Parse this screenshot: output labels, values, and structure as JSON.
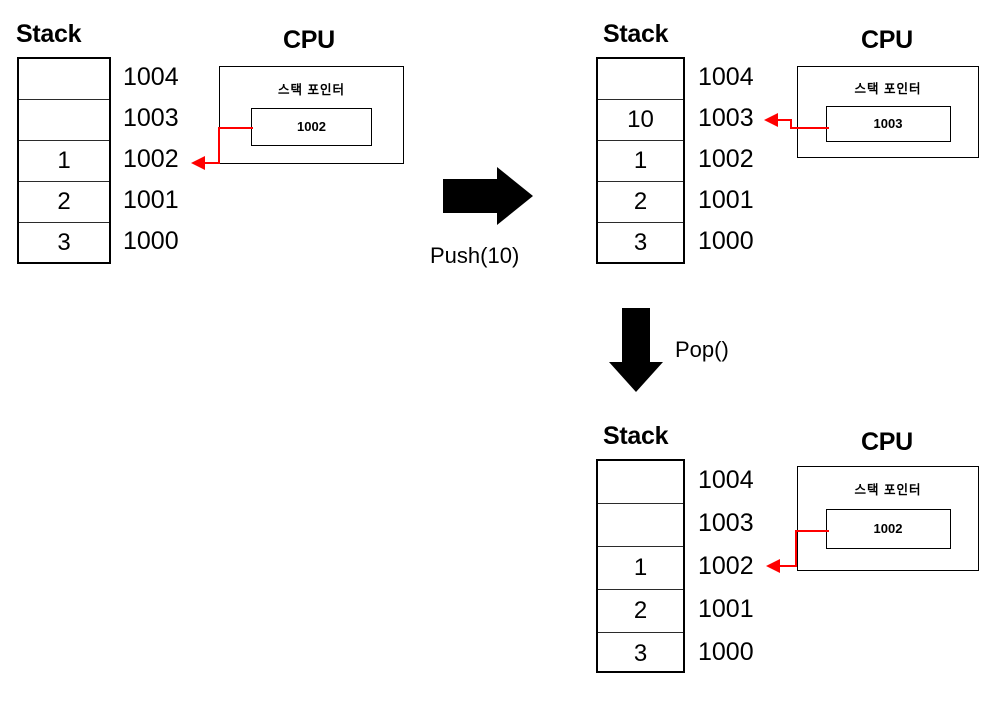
{
  "diagram": {
    "title": "Stack push and pop operation with CPU stack pointer",
    "colors": {
      "ink": "#000000",
      "pointer_arrow": "#FF0000",
      "cell_border": "#2b2b2b",
      "background": "#FFFFFF"
    },
    "labels": {
      "stack_title": "Stack",
      "cpu_title": "CPU",
      "stack_pointer_label": "스택 포인터"
    },
    "states": [
      {
        "id": "before",
        "stack_title": "Stack",
        "cpu_title": "CPU",
        "sp_label": "스택 포인터",
        "sp_value": "1002",
        "pointer_target_address": "1002",
        "cells": [
          {
            "address": "1004",
            "value": ""
          },
          {
            "address": "1003",
            "value": ""
          },
          {
            "address": "1002",
            "value": "1"
          },
          {
            "address": "1001",
            "value": "2"
          },
          {
            "address": "1000",
            "value": "3"
          }
        ]
      },
      {
        "id": "after-push",
        "stack_title": "Stack",
        "cpu_title": "CPU",
        "sp_label": "스택 포인터",
        "sp_value": "1003",
        "pointer_target_address": "1003",
        "cells": [
          {
            "address": "1004",
            "value": ""
          },
          {
            "address": "1003",
            "value": "10"
          },
          {
            "address": "1002",
            "value": "1"
          },
          {
            "address": "1001",
            "value": "2"
          },
          {
            "address": "1000",
            "value": "3"
          }
        ]
      },
      {
        "id": "after-pop",
        "stack_title": "Stack",
        "cpu_title": "CPU",
        "sp_label": "스택 포인터",
        "sp_value": "1002",
        "pointer_target_address": "1002",
        "cells": [
          {
            "address": "1004",
            "value": ""
          },
          {
            "address": "1003",
            "value": ""
          },
          {
            "address": "1002",
            "value": "1"
          },
          {
            "address": "1001",
            "value": "2"
          },
          {
            "address": "1000",
            "value": "3"
          }
        ]
      }
    ],
    "transitions": [
      {
        "id": "push",
        "label": "Push(10)",
        "direction": "right",
        "icon": "block-arrow-right-icon"
      },
      {
        "id": "pop",
        "label": "Pop()",
        "direction": "down",
        "icon": "block-arrow-down-icon"
      }
    ]
  }
}
